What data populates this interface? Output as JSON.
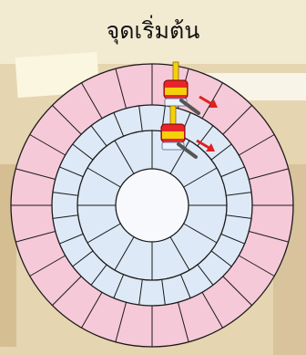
{
  "title": "จุดเริ่มต้น",
  "board": {
    "rings": [
      "outer",
      "middle",
      "inner",
      "center"
    ],
    "outer_sectors": 24,
    "middle_sectors": 24,
    "inner_sectors": 12,
    "colors": {
      "outer_ring": "#f6c9d8",
      "middle_ring": "#dde9f6",
      "inner_ring": "#dde9f6",
      "center": "#f7f9fc",
      "line": "#1a1a1a"
    }
  },
  "pieces": [
    {
      "name": "piece-outer",
      "ring": "outer",
      "body_color": "#e8262a",
      "cap_color": "#f5d10c",
      "arrow_color": "#e02020"
    },
    {
      "name": "piece-middle",
      "ring": "middle",
      "body_color": "#e8262a",
      "cap_color": "#f5d10c",
      "arrow_color": "#e02020"
    }
  ],
  "background": {
    "panel_colors": [
      "#e9d7b4",
      "#d9c39a",
      "#cbb38c"
    ]
  }
}
